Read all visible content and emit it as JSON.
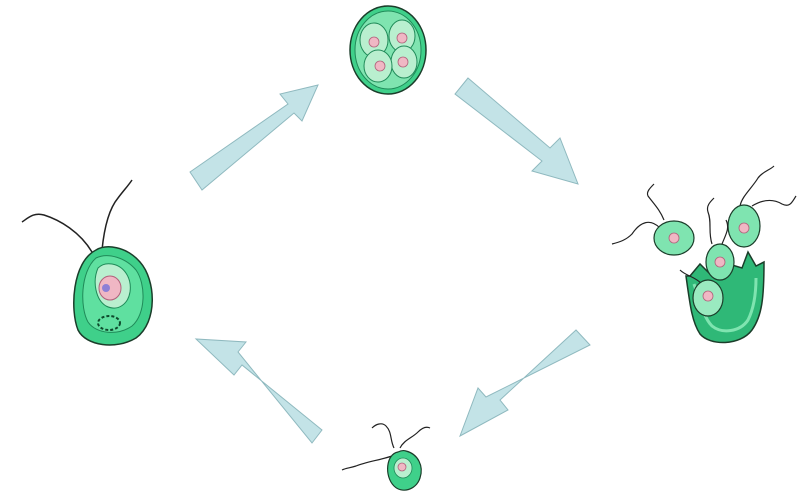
{
  "diagram": {
    "kind": "asexual reproduction cycle",
    "stages": [
      {
        "id": "adult-cell",
        "icon": "flagellated-cell"
      },
      {
        "id": "dividing-cell",
        "icon": "four-daughter-cells"
      },
      {
        "id": "zoospore-release",
        "icon": "zoospores-emerging"
      },
      {
        "id": "young-cell",
        "icon": "single-zoospore"
      }
    ],
    "arrows": [
      {
        "from": "adult-cell",
        "to": "dividing-cell"
      },
      {
        "from": "dividing-cell",
        "to": "zoospore-release"
      },
      {
        "from": "zoospore-release",
        "to": "young-cell"
      },
      {
        "from": "young-cell",
        "to": "adult-cell"
      }
    ]
  },
  "colors": {
    "cell_fill": "#3fd08a",
    "cell_light": "#b9efcf",
    "cell_dark": "#138a55",
    "outline": "#1b3d2a",
    "nucleus": "#f0b7c4",
    "nucleolus": "#8d7fd6",
    "arrow_fill": "#c3e3e7",
    "arrow_stroke": "#8fb9bf",
    "flagella": "#222222"
  }
}
